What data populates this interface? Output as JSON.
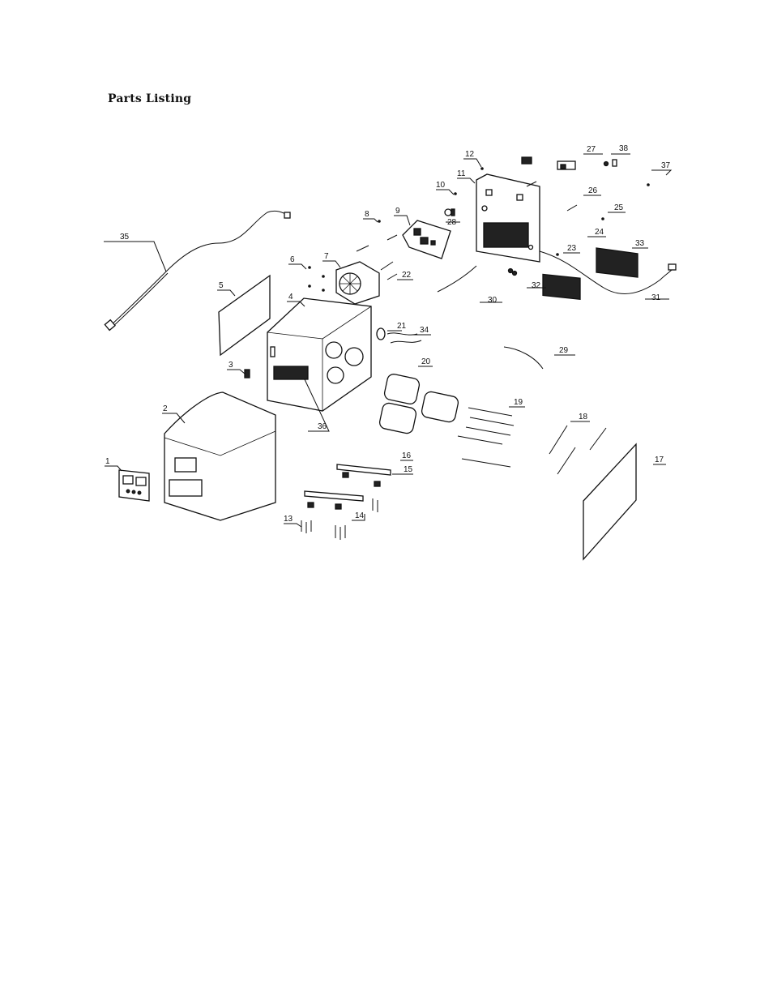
{
  "heading": "Parts Listing",
  "callouts": [
    {
      "id": "c1",
      "label": "1"
    },
    {
      "id": "c2",
      "label": "2"
    },
    {
      "id": "c3",
      "label": "3"
    },
    {
      "id": "c4",
      "label": "4"
    },
    {
      "id": "c5",
      "label": "5"
    },
    {
      "id": "c6",
      "label": "6"
    },
    {
      "id": "c7",
      "label": "7"
    },
    {
      "id": "c8",
      "label": "8"
    },
    {
      "id": "c9",
      "label": "9"
    },
    {
      "id": "c10",
      "label": "10"
    },
    {
      "id": "c11",
      "label": "11"
    },
    {
      "id": "c12",
      "label": "12"
    },
    {
      "id": "c13",
      "label": "13"
    },
    {
      "id": "c14",
      "label": "14"
    },
    {
      "id": "c15",
      "label": "15"
    },
    {
      "id": "c16",
      "label": "16"
    },
    {
      "id": "c17",
      "label": "17"
    },
    {
      "id": "c18",
      "label": "18"
    },
    {
      "id": "c19",
      "label": "19"
    },
    {
      "id": "c20",
      "label": "20"
    },
    {
      "id": "c21",
      "label": "21"
    },
    {
      "id": "c22",
      "label": "22"
    },
    {
      "id": "c23",
      "label": "23"
    },
    {
      "id": "c24",
      "label": "24"
    },
    {
      "id": "c25",
      "label": "25"
    },
    {
      "id": "c26",
      "label": "26"
    },
    {
      "id": "c27",
      "label": "27"
    },
    {
      "id": "c28",
      "label": "28"
    },
    {
      "id": "c29",
      "label": "29"
    },
    {
      "id": "c30",
      "label": "30"
    },
    {
      "id": "c31",
      "label": "31"
    },
    {
      "id": "c32",
      "label": "32"
    },
    {
      "id": "c33",
      "label": "33"
    },
    {
      "id": "c34",
      "label": "34"
    },
    {
      "id": "c35",
      "label": "35"
    },
    {
      "id": "c36",
      "label": "36"
    },
    {
      "id": "c37",
      "label": "37"
    },
    {
      "id": "c38",
      "label": "38"
    }
  ]
}
